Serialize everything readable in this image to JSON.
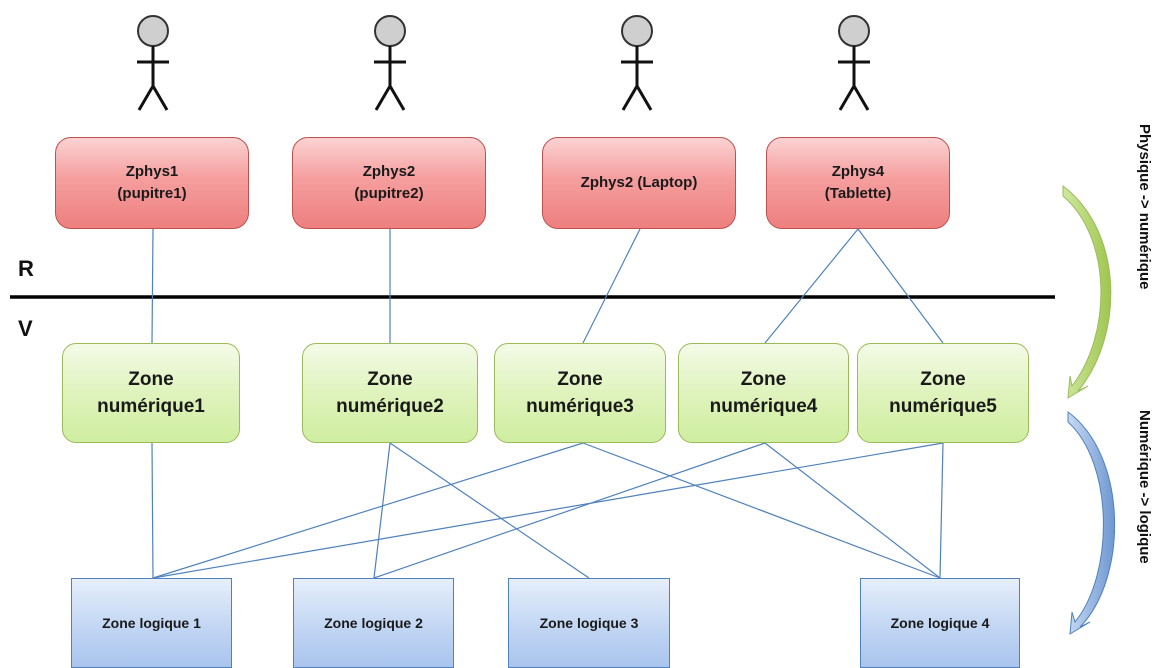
{
  "labels": {
    "real": "R",
    "virtual": "V",
    "physique_to_numerique": "Physique -> numérique",
    "numerique_to_logique": "Numérique -> logique"
  },
  "physical_zones": [
    {
      "label": "Zphys1\n(pupitre1)"
    },
    {
      "label": "Zphys2\n(pupitre2)"
    },
    {
      "label": "Zphys2 (Laptop)"
    },
    {
      "label": "Zphys4\n(Tablette)"
    }
  ],
  "numeric_zones": [
    {
      "label": "Zone\nnumérique1"
    },
    {
      "label": "Zone\nnumérique2"
    },
    {
      "label": "Zone\nnumérique3"
    },
    {
      "label": "Zone\nnumérique4"
    },
    {
      "label": "Zone\nnumérique5"
    }
  ],
  "logical_zones": [
    {
      "label": "Zone logique 1"
    },
    {
      "label": "Zone logique 2"
    },
    {
      "label": "Zone logique 3"
    },
    {
      "label": "Zone logique 4"
    }
  ],
  "links_physical_to_numeric": [
    [
      0,
      0
    ],
    [
      1,
      1
    ],
    [
      2,
      2
    ],
    [
      3,
      3
    ],
    [
      3,
      4
    ]
  ],
  "links_numeric_to_logical": [
    [
      0,
      0
    ],
    [
      1,
      1
    ],
    [
      1,
      2
    ],
    [
      2,
      0
    ],
    [
      2,
      3
    ],
    [
      3,
      1
    ],
    [
      3,
      3
    ],
    [
      4,
      0
    ],
    [
      4,
      3
    ]
  ],
  "colors": {
    "physical_border": "#c0504d",
    "numeric_border": "#9bbb59",
    "logical_border": "#4f81bd",
    "link_line": "#4f81bd",
    "arrow_green": "#a6cc5a",
    "arrow_blue": "#7fa3d6"
  }
}
